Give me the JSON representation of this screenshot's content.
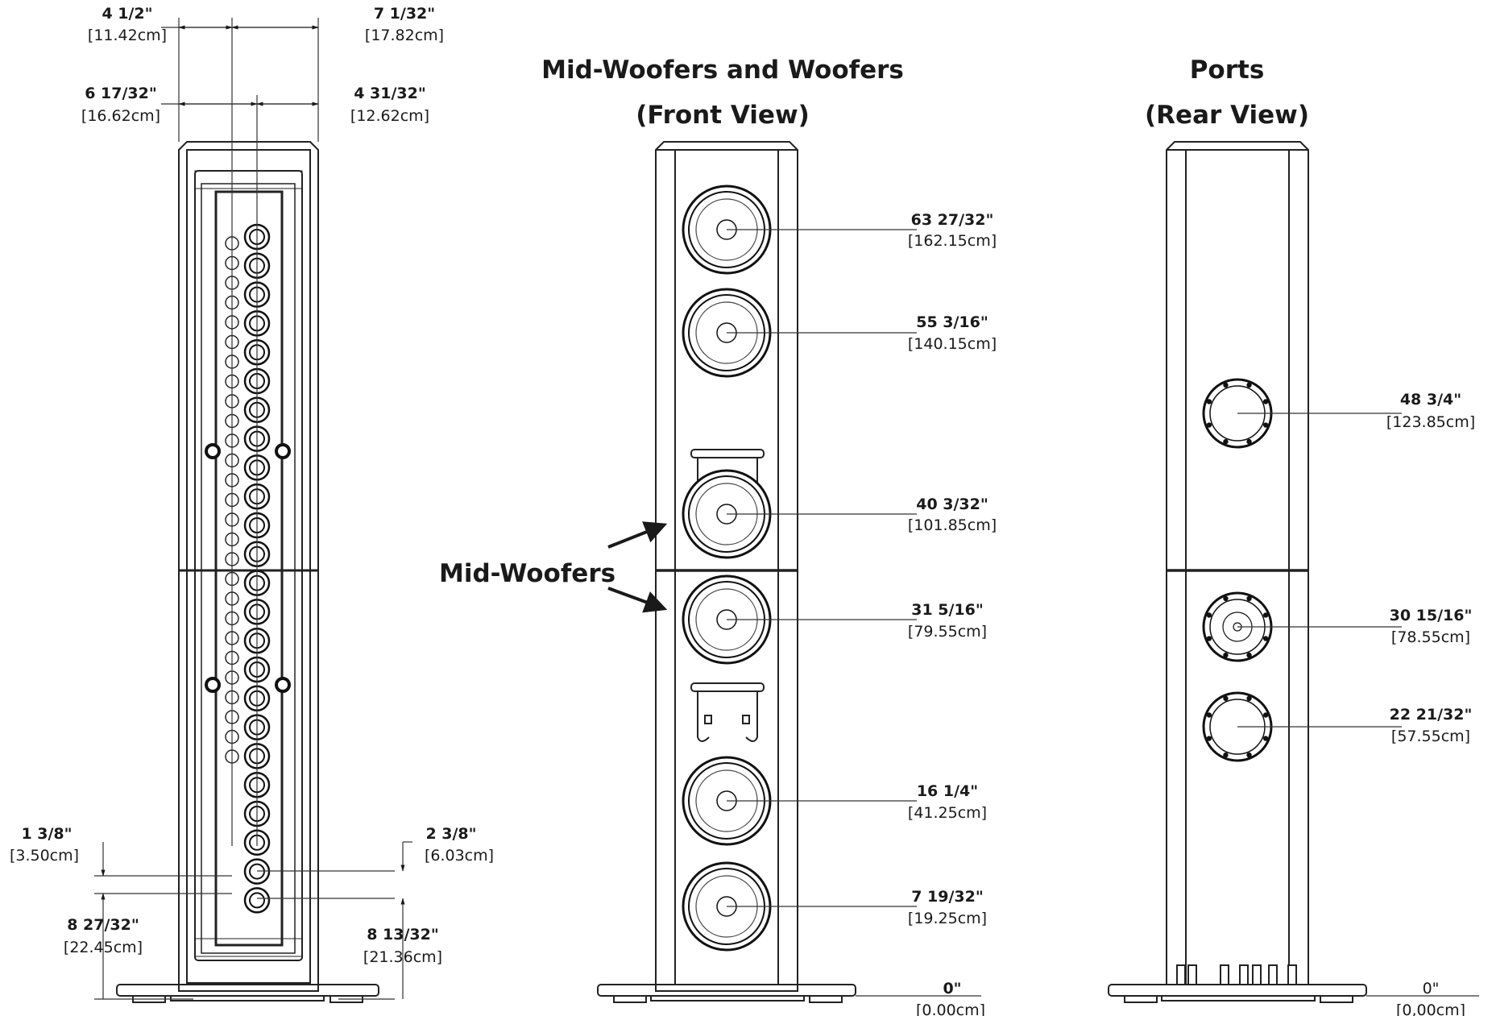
{
  "headings": {
    "front_line1": "Mid-Woofers and Woofers",
    "front_line2": "(Front View)",
    "rear_line1": "Ports",
    "rear_line2": "(Rear View)"
  },
  "callout": {
    "label": "Mid-Woofers"
  },
  "side_view": {
    "top_dims": [
      {
        "inch": "4 1/2\"",
        "cm": "[11.42cm]"
      },
      {
        "inch": "7 1/32\"",
        "cm": "[17.82cm]"
      },
      {
        "inch": "6 17/32\"",
        "cm": "[16.62cm]"
      },
      {
        "inch": "4 31/32\"",
        "cm": "[12.62cm]"
      }
    ],
    "bottom_dims": [
      {
        "inch": "1 3/8\"",
        "cm": "[3.50cm]"
      },
      {
        "inch": "2 3/8\"",
        "cm": "[6.03cm]"
      },
      {
        "inch": "8 27/32\"",
        "cm": "[22.45cm]"
      },
      {
        "inch": "8 13/32\"",
        "cm": "[21.36cm]"
      }
    ]
  },
  "front_view": {
    "drivers": [
      {
        "inch": "63 27/32\"",
        "cm": "[162.15cm]"
      },
      {
        "inch": "55 3/16\"",
        "cm": "[140.15cm]"
      },
      {
        "inch": "40 3/32\"",
        "cm": "[101.85cm]"
      },
      {
        "inch": "31 5/16\"",
        "cm": "[79.55cm]"
      },
      {
        "inch": "16 1/4\"",
        "cm": "[41.25cm]"
      },
      {
        "inch": "7 19/32\"",
        "cm": "[19.25cm]"
      }
    ],
    "base": {
      "inch": "0\"",
      "cm": "[0.00cm]"
    }
  },
  "rear_view": {
    "ports": [
      {
        "inch": "48 3/4\"",
        "cm": "[123.85cm]"
      },
      {
        "inch": "30 15/16\"",
        "cm": "[78.55cm]"
      },
      {
        "inch": "22 21/32\"",
        "cm": "[57.55cm]"
      }
    ],
    "base": {
      "inch": "0\"",
      "cm": "[0,00cm]"
    }
  }
}
